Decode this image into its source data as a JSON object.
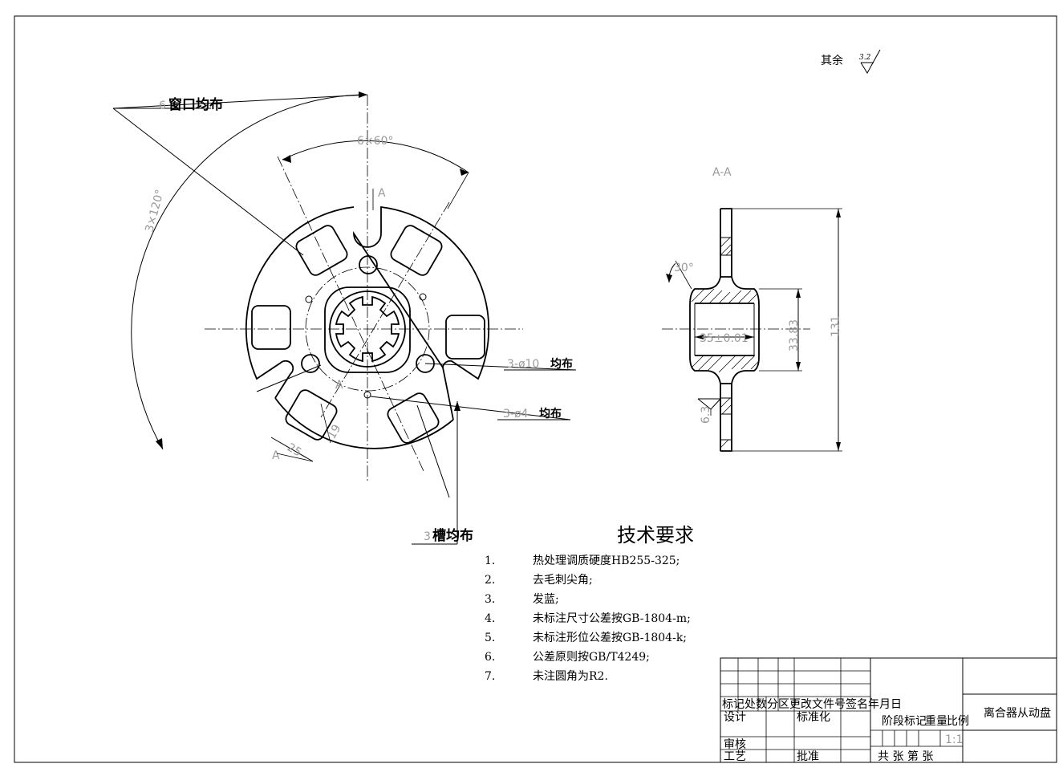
{
  "surface_note": {
    "label": "其余",
    "value": "3.2"
  },
  "front_view": {
    "window_label_num": "6",
    "window_label": "窗口均布",
    "angle_6x60": "6×60°",
    "angle_3x120": "3×120°",
    "section_mark_top": "A",
    "section_mark_bottom": "A",
    "section_mark_small": "A",
    "hole10": "3-ø10",
    "hole10_suffix": "均布",
    "hole4": "3-ø4",
    "hole4_suffix": "均布",
    "dim_25": "25",
    "dim_19": "19",
    "slot_label_num": "3",
    "slot_label": "槽均布"
  },
  "section_view": {
    "title": "A-A",
    "angle": "30°",
    "dim_35": "35±0.01",
    "dim_33": "33.83",
    "dim_131": "131",
    "roughness": "6.3"
  },
  "tech": {
    "title": "技术要求",
    "items": [
      {
        "num": "1.",
        "text": "热处理调质硬度HB255-325;"
      },
      {
        "num": "2.",
        "text": "去毛刺尖角;"
      },
      {
        "num": "3.",
        "text": "发蓝;"
      },
      {
        "num": "4.",
        "text": "未标注尺寸公差按GB-1804-m;"
      },
      {
        "num": "5.",
        "text": "未标注形位公差按GB-1804-k;"
      },
      {
        "num": "6.",
        "text": "公差原则按GB/T4249;"
      },
      {
        "num": "7.",
        "text": "未注圆角为R2."
      }
    ]
  },
  "title_block": {
    "row_header": "标记处数分区更改文件号签名年月日",
    "design": "设计",
    "standardize": "标准化",
    "review": "审核",
    "process": "工艺",
    "approve": "批准",
    "stage_mark": "阶段标记",
    "weight": "重量",
    "scale": "比例",
    "scale_value": "1:1",
    "sheets": "共    张  第    张",
    "part_name": "离合器从动盘"
  }
}
